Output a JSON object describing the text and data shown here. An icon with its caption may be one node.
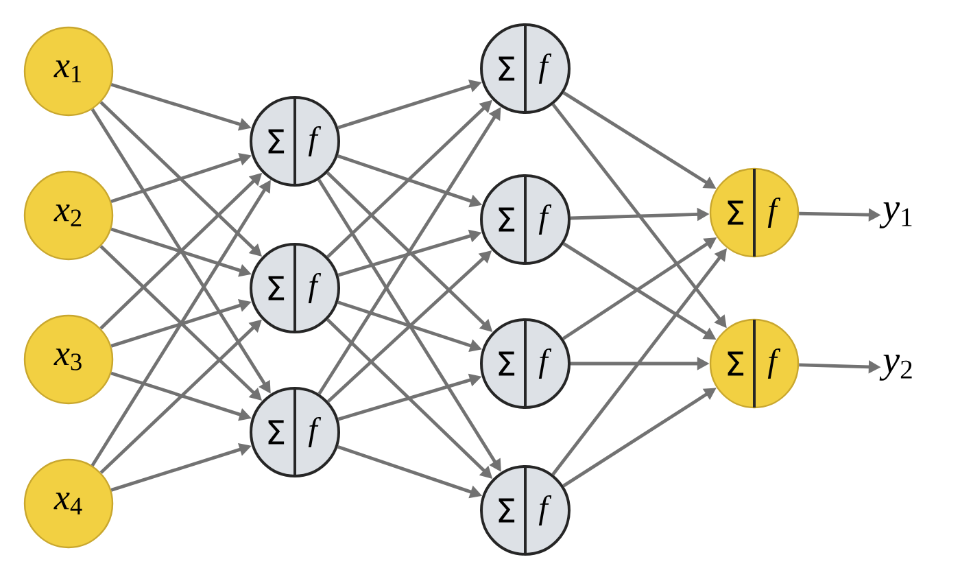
{
  "diagram": {
    "nodes": [
      {
        "text": [
          "*x*$_{1}$"
        ]
      },
      {
        "text": [
          "*x*$_{2}$"
        ]
      },
      {
        "text": [
          "*x*$_{3}$"
        ]
      },
      {
        "text": [
          "*x*$_{4}$"
        ]
      },
      {
        "text": [
          "Σ",
          "f"
        ]
      },
      {
        "text": [
          "Σ",
          "f"
        ]
      },
      {
        "text": [
          "Σ",
          "f"
        ]
      },
      {
        "text": [
          "Σ",
          "f"
        ]
      },
      {
        "text": [
          "Σ",
          "f"
        ]
      },
      {
        "text": [
          "Σ",
          "f"
        ]
      },
      {
        "text": [
          "Σ",
          "f"
        ]
      },
      {
        "text": [
          "Σ",
          "f"
        ]
      },
      {
        "text": [
          "Σ",
          "f"
        ]
      },
      {
        "text": [
          "*y*$_{1}$"
        ]
      },
      {
        "text": [
          "*y*$_{2}$"
        ]
      }
    ],
    "edges": [
      {
        "from": 0,
        "to": 4,
        "arrow": "to"
      },
      {
        "from": 0,
        "to": 5,
        "arrow": "to"
      },
      {
        "from": 0,
        "to": 6,
        "arrow": "to"
      },
      {
        "from": 1,
        "to": 4,
        "arrow": "to"
      },
      {
        "from": 1,
        "to": 5,
        "arrow": "to"
      },
      {
        "from": 1,
        "to": 6,
        "arrow": "to"
      },
      {
        "from": 2,
        "to": 4,
        "arrow": "to"
      },
      {
        "from": 2,
        "to": 5,
        "arrow": "to"
      },
      {
        "from": 2,
        "to": 6,
        "arrow": "to"
      },
      {
        "from": 3,
        "to": 4,
        "arrow": "to"
      },
      {
        "from": 3,
        "to": 5,
        "arrow": "to"
      },
      {
        "from": 3,
        "to": 6,
        "arrow": "to"
      },
      {
        "from": 4,
        "to": 7,
        "arrow": "to"
      },
      {
        "from": 4,
        "to": 8,
        "arrow": "to"
      },
      {
        "from": 4,
        "to": 9,
        "arrow": "to"
      },
      {
        "from": 4,
        "to": 10,
        "arrow": "to"
      },
      {
        "from": 5,
        "to": 7,
        "arrow": "to"
      },
      {
        "from": 5,
        "to": 8,
        "arrow": "to"
      },
      {
        "from": 5,
        "to": 9,
        "arrow": "to"
      },
      {
        "from": 5,
        "to": 10,
        "arrow": "to"
      },
      {
        "from": 6,
        "to": 7,
        "arrow": "to"
      },
      {
        "from": 6,
        "to": 8,
        "arrow": "to"
      },
      {
        "from": 6,
        "to": 9,
        "arrow": "to"
      },
      {
        "from": 6,
        "to": 10,
        "arrow": "to"
      },
      {
        "from": 7,
        "to": 11,
        "arrow": "to"
      },
      {
        "from": 7,
        "to": 12,
        "arrow": "to"
      },
      {
        "from": 8,
        "to": 11,
        "arrow": "to"
      },
      {
        "from": 8,
        "to": 12,
        "arrow": "to"
      },
      {
        "from": 9,
        "to": 11,
        "arrow": "to"
      },
      {
        "from": 9,
        "to": 12,
        "arrow": "to"
      },
      {
        "from": 10,
        "to": 11,
        "arrow": "to"
      },
      {
        "from": 10,
        "to": 12,
        "arrow": "to"
      },
      {
        "from": 11,
        "to": 13,
        "arrow": "to"
      },
      {
        "from": 12,
        "to": 14,
        "arrow": "to"
      }
    ]
  }
}
